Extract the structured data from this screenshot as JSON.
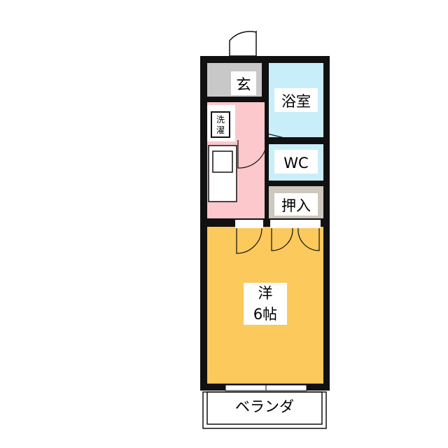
{
  "rooms": {
    "entrance": "玄",
    "bath": "浴室",
    "laundry_line1": "洗",
    "laundry_line2": "濯",
    "wc": "WC",
    "closet": "押入",
    "western_line1": "洋",
    "western_line2": "6帖",
    "balcony": "ベランダ"
  },
  "colors": {
    "wall": "#111111",
    "bath": "#c8eef9",
    "kitchen": "#fdc8cc",
    "western": "#fcc95c",
    "closet": "#cdc7be",
    "entrance": "#c8c8c8"
  }
}
